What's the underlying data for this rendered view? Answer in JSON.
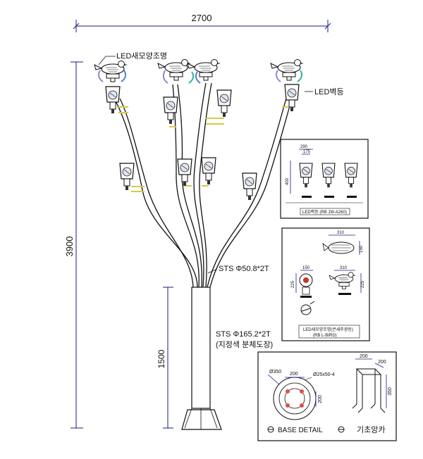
{
  "dimensions": {
    "total_width": "2700",
    "total_height": "3900",
    "pole_height": "1500"
  },
  "labels": {
    "bird_light": "LED새모양조명",
    "wall_light": "LED벽등",
    "branch_pipe": "STS Φ50.8*2T",
    "main_pole_line1": "STS Φ165.2*2T",
    "main_pole_line2": "(지정색 분체도장)"
  },
  "detail_wall_light": {
    "dim_width_a": "290",
    "dim_width_b": "175",
    "dim_height": "400",
    "caption": "LED벽등 (RB JW-A260)"
  },
  "detail_bird": {
    "dim_top_w": "310",
    "dim_top_h": "150",
    "dim_front_w": "150",
    "dim_front_h": "225",
    "dim_side_w": "310",
    "dim_side_h": "225",
    "caption_line1": "LED새모양조명(콘새주광등)",
    "caption_line2": "(RB L-BIRD)"
  },
  "detail_base": {
    "dim_diameter": "Ø350",
    "dim_bolt_spacing": "200",
    "dim_bolt_spacing_v": "200",
    "bolt_spec": "Ø25x50-4",
    "caption": "BASE DETAIL"
  },
  "detail_anchor": {
    "dim_top": "200",
    "dim_diag": "200",
    "dim_height": "350",
    "caption": "기초앙카"
  },
  "colors": {
    "line": "#1a1a1a",
    "dimension": "#1a1a8c",
    "accent_blue": "#4a7fd6",
    "accent_purple": "#9b7fe0",
    "accent_teal": "#2ab5a0",
    "accent_yellow": "#e8d96a",
    "base_red": "#d9534f"
  }
}
